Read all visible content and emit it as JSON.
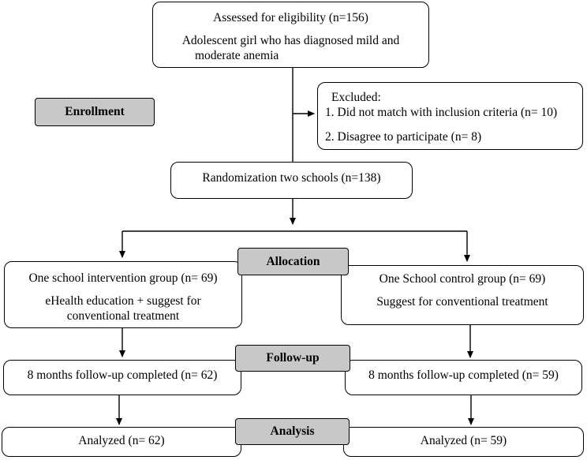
{
  "stages": {
    "enrollment": "Enrollment",
    "allocation": "Allocation",
    "followup": "Follow-up",
    "analysis": "Analysis"
  },
  "assessed": {
    "line1": "Assessed for eligibility (n=156)",
    "line2": "Adolescent girl who has diagnosed mild and",
    "line3": "moderate anemia"
  },
  "excluded": {
    "title": "Excluded:",
    "item1": "1. Did not match with inclusion criteria (n= 10)",
    "item2": "2. Disagree to participate (n= 8)"
  },
  "randomization": "Randomization two schools (n=138)",
  "intervention": {
    "line1": "One school intervention group (n= 69)",
    "line2": "eHealth education + suggest for",
    "line3": "conventional treatment"
  },
  "control": {
    "line1": "One School control group (n= 69)",
    "line2": "Suggest for conventional treatment"
  },
  "followup": {
    "left": "8 months follow-up completed (n= 62)",
    "right": "8 months follow-up completed (n= 59)"
  },
  "analysis": {
    "left": "Analyzed (n= 62)",
    "right": "Analyzed (n= 59)"
  }
}
